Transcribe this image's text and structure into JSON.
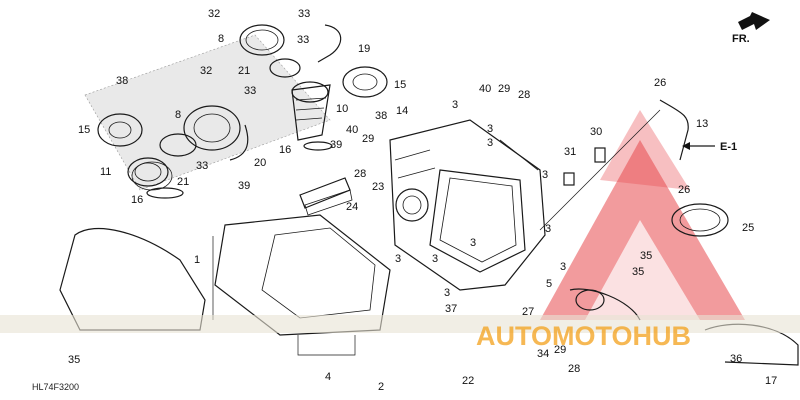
{
  "diagram": {
    "code": "HL74F3200",
    "front_arrow": "FR.",
    "ref_label": "E-1",
    "watermark": {
      "text": "AUTOMOTOHUB",
      "color_red": "#e8484c",
      "color_orange": "#f3a11b",
      "color_dark": "#333333"
    },
    "callouts": [
      {
        "id": "c32a",
        "text": "32"
      },
      {
        "id": "c33a",
        "text": "33"
      },
      {
        "id": "c8a",
        "text": "8"
      },
      {
        "id": "c33b",
        "text": "33"
      },
      {
        "id": "c19",
        "text": "19"
      },
      {
        "id": "c38a",
        "text": "38"
      },
      {
        "id": "c32b",
        "text": "32"
      },
      {
        "id": "c21a",
        "text": "21"
      },
      {
        "id": "c15a",
        "text": "15"
      },
      {
        "id": "c33c",
        "text": "33"
      },
      {
        "id": "c10",
        "text": "10"
      },
      {
        "id": "c8b",
        "text": "8"
      },
      {
        "id": "c15b",
        "text": "15"
      },
      {
        "id": "c38b",
        "text": "38"
      },
      {
        "id": "c14",
        "text": "14"
      },
      {
        "id": "c33d",
        "text": "33"
      },
      {
        "id": "c20",
        "text": "20"
      },
      {
        "id": "c11",
        "text": "11"
      },
      {
        "id": "c21b",
        "text": "21"
      },
      {
        "id": "c16a",
        "text": "16"
      },
      {
        "id": "c16b",
        "text": "16"
      },
      {
        "id": "c39a",
        "text": "39"
      },
      {
        "id": "c39b",
        "text": "39"
      },
      {
        "id": "c40a",
        "text": "40"
      },
      {
        "id": "c29a",
        "text": "29"
      },
      {
        "id": "c28a",
        "text": "28"
      },
      {
        "id": "c3a",
        "text": "3"
      },
      {
        "id": "c3b",
        "text": "3"
      },
      {
        "id": "c40b",
        "text": "40"
      },
      {
        "id": "c29b",
        "text": "29"
      },
      {
        "id": "c28b",
        "text": "28"
      },
      {
        "id": "c23",
        "text": "23"
      },
      {
        "id": "c24",
        "text": "24"
      },
      {
        "id": "c3c",
        "text": "3"
      },
      {
        "id": "c3d",
        "text": "3"
      },
      {
        "id": "c3e",
        "text": "3"
      },
      {
        "id": "c3f",
        "text": "3"
      },
      {
        "id": "c30",
        "text": "30"
      },
      {
        "id": "c31",
        "text": "31"
      },
      {
        "id": "c26a",
        "text": "26"
      },
      {
        "id": "c13",
        "text": "13"
      },
      {
        "id": "c26b",
        "text": "26"
      },
      {
        "id": "c25",
        "text": "25"
      },
      {
        "id": "c3g",
        "text": "3"
      },
      {
        "id": "c3h",
        "text": "3"
      },
      {
        "id": "c3i",
        "text": "3"
      },
      {
        "id": "c3j",
        "text": "3"
      },
      {
        "id": "c1",
        "text": "1"
      },
      {
        "id": "c5",
        "text": "5"
      },
      {
        "id": "c37",
        "text": "37"
      },
      {
        "id": "c27",
        "text": "27"
      },
      {
        "id": "c35a",
        "text": "35"
      },
      {
        "id": "c35b",
        "text": "35"
      },
      {
        "id": "c35c",
        "text": "35"
      },
      {
        "id": "c4",
        "text": "4"
      },
      {
        "id": "c2",
        "text": "2"
      },
      {
        "id": "c34",
        "text": "34"
      },
      {
        "id": "c29c",
        "text": "29"
      },
      {
        "id": "c28c",
        "text": "28"
      },
      {
        "id": "c22",
        "text": "22"
      },
      {
        "id": "c36",
        "text": "36"
      },
      {
        "id": "c17",
        "text": "17"
      }
    ]
  }
}
